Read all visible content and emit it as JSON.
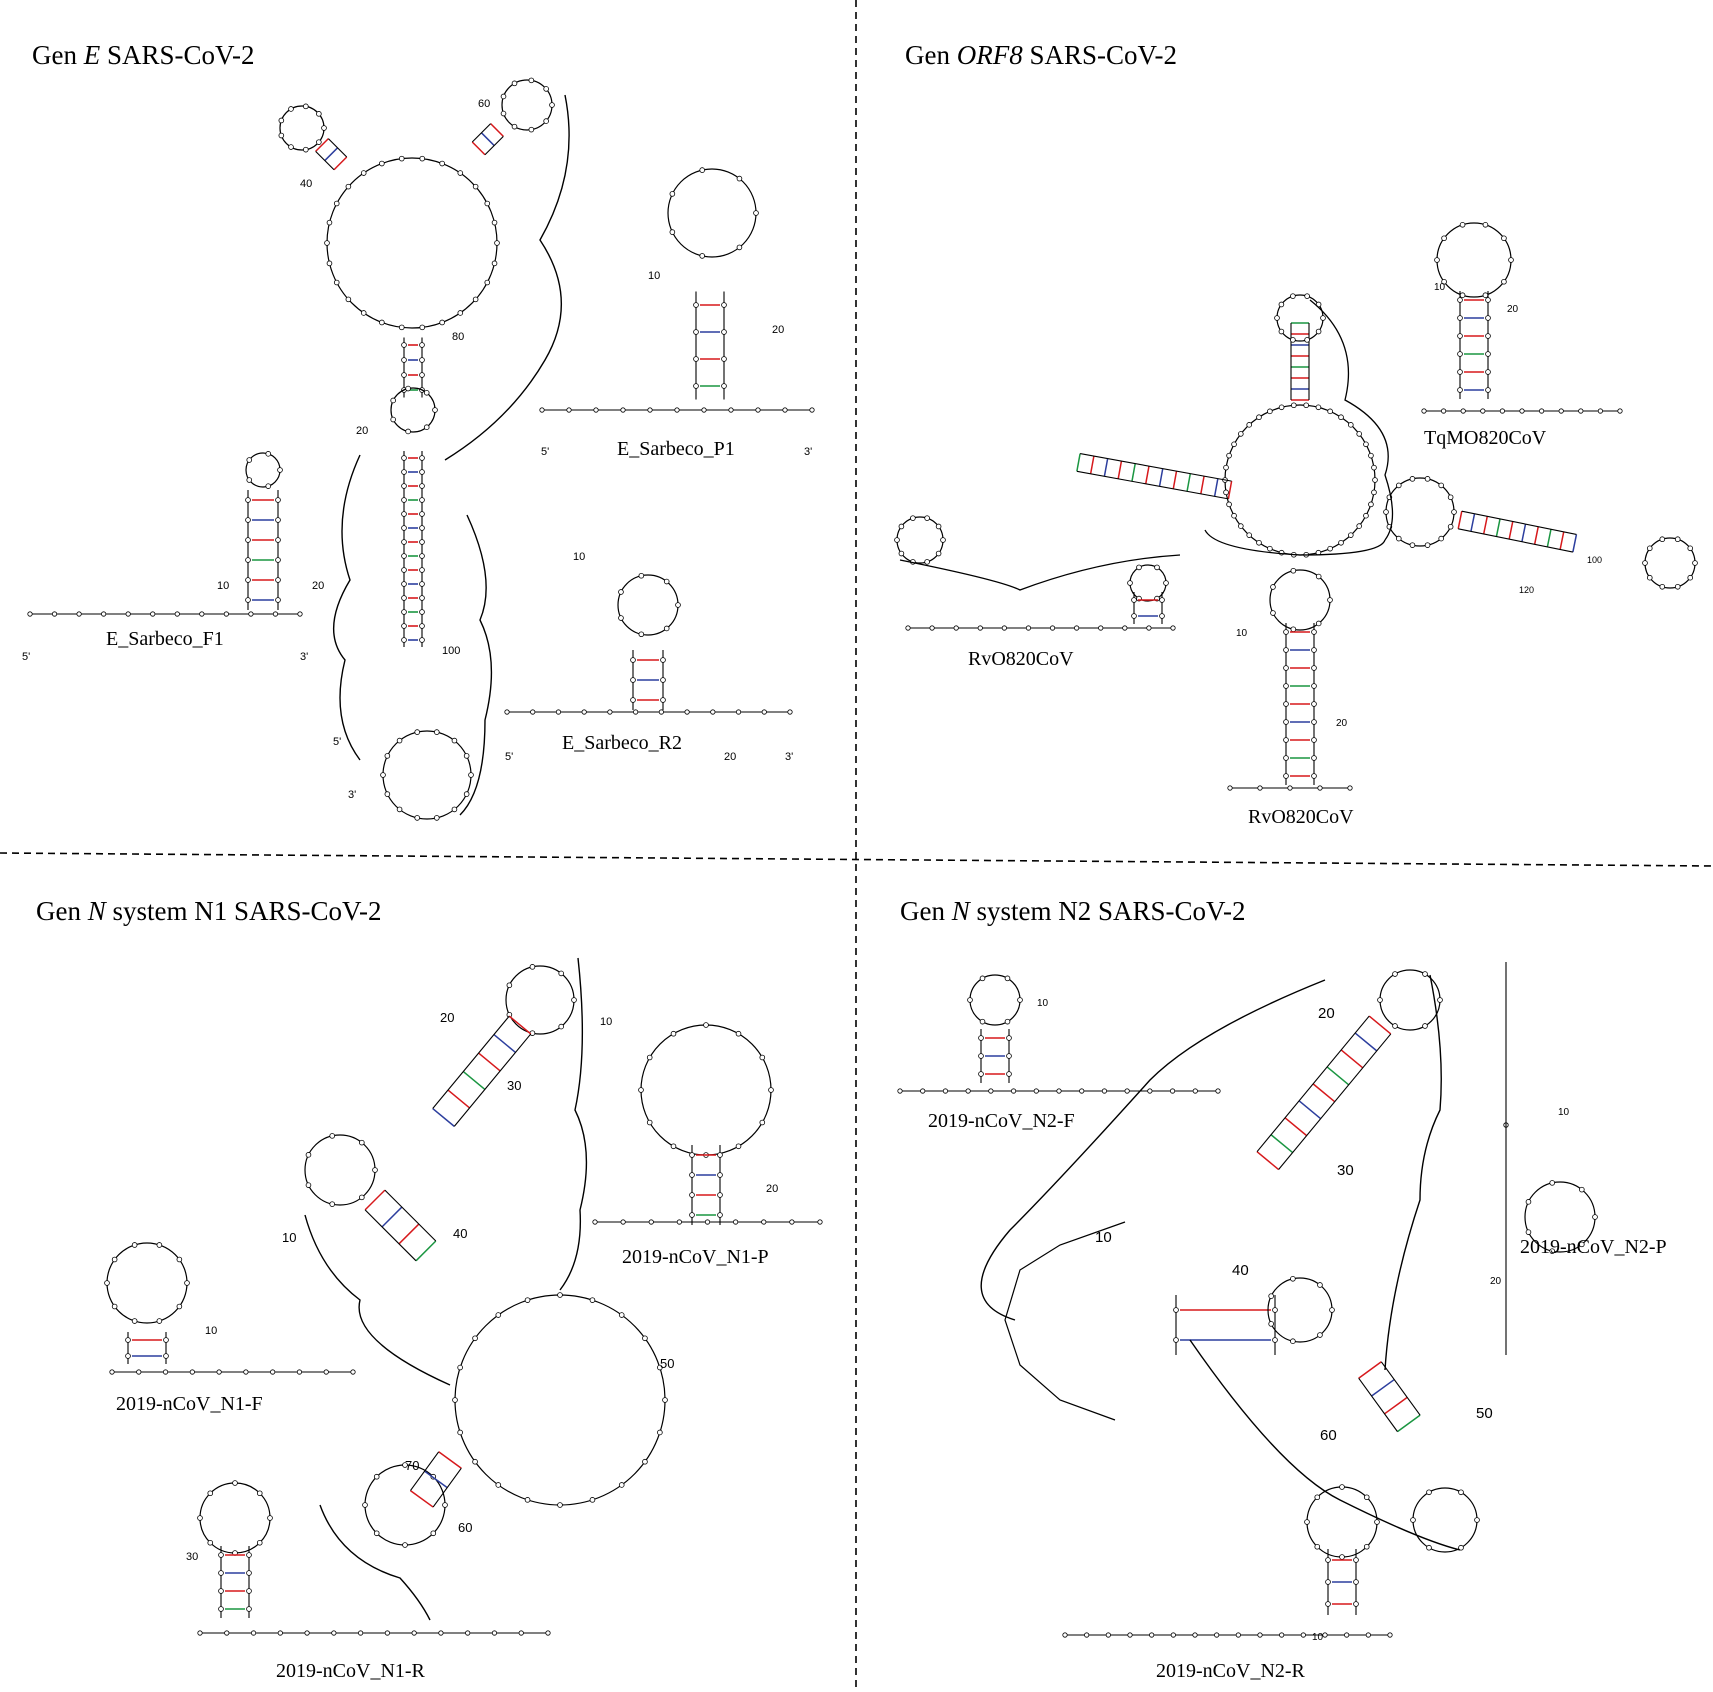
{
  "panels": {
    "e_gene": {
      "title_prefix": "Gen ",
      "title_italic": "E",
      "title_suffix": " SARS-CoV-2",
      "primers": [
        "E_Sarbeco_P1",
        "E_Sarbeco_F1",
        "E_Sarbeco_R2"
      ],
      "position_numbers": [
        "40",
        "60",
        "80",
        "20",
        "100",
        "10",
        "20",
        "10",
        "20",
        "10",
        "20"
      ],
      "ends": [
        "5'",
        "3'"
      ]
    },
    "orf8_gene": {
      "title_prefix": "Gen ",
      "title_italic": "ORF8",
      "title_suffix": " SARS-CoV-2",
      "primers": [
        "TqMO820CoV",
        "RvO820CoV",
        "RvO820CoV"
      ],
      "position_numbers": [
        "10",
        "20",
        "10",
        "20",
        "100",
        "120"
      ]
    },
    "n1_system": {
      "title_prefix": "Gen ",
      "title_italic": "N",
      "title_suffix": " system N1 SARS-CoV-2",
      "primers": [
        "2019-nCoV_N1-P",
        "2019-nCoV_N1-F",
        "2019-nCoV_N1-R"
      ],
      "position_numbers": [
        "20",
        "30",
        "10",
        "40",
        "50",
        "70",
        "60",
        "10",
        "20",
        "10",
        "30"
      ]
    },
    "n2_system": {
      "title_prefix": "Gen ",
      "title_italic": "N",
      "title_suffix": " system N2 SARS-CoV-2",
      "primers": [
        "2019-nCoV_N2-F",
        "2019-nCoV_N2-P",
        "2019-nCoV_N2-R"
      ],
      "position_numbers": [
        "20",
        "30",
        "10",
        "40",
        "50",
        "60",
        "10",
        "10",
        "20",
        "10"
      ]
    }
  },
  "colors": {
    "pair_gc": "#d7191c",
    "pair_au": "#2c3e9e",
    "pair_gu": "#1a9641",
    "line": "#000000"
  }
}
